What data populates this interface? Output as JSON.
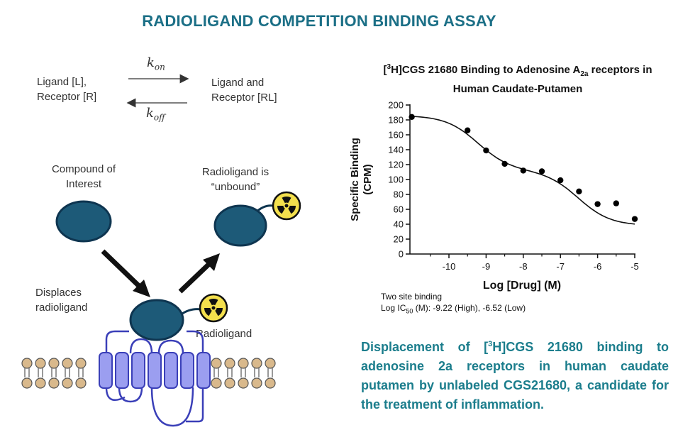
{
  "title": "RADIOLIGAND COMPETITION BINDING ASSAY",
  "equation": {
    "left_line1": "Ligand [L],",
    "left_line2": "Receptor [R]",
    "right_line1": "Ligand and",
    "right_line2": "Receptor [RL]",
    "kon_base": "k",
    "kon_sub": "on",
    "koff_base": "k",
    "koff_sub": "off"
  },
  "diagram": {
    "compound_line1": "Compound of",
    "compound_line2": "Interest",
    "unbound_line1": "Radioligand is",
    "unbound_line2": "“unbound”",
    "displaces_line1": "Displaces",
    "displaces_line2": "radioligand",
    "radioligand": "Radioligand",
    "colors": {
      "ligand": "#1d5a78",
      "ligand_stroke": "#0e3550",
      "receptor": "#9b9ef0",
      "receptor_stroke": "#3a3fb8",
      "lipid": "#d9b98c",
      "radiation_yellow": "#f4e04d"
    },
    "icons": [
      "radiation-icon",
      "arrow-icon"
    ]
  },
  "chart_title_part1": "[",
  "chart_title_sup": "3",
  "chart_title_part2": "H]CGS 21680 Binding to Adenosine A",
  "chart_title_sub": "2a",
  "chart_title_part3": " receptors in",
  "chart_title_line2": "Human Caudate-Putamen",
  "fit_note": {
    "line1": "Two site binding",
    "line2_prefix": "Log IC",
    "line2_sub": "50",
    "line2_rest": " (M):  -9.22 (High), -6.52 (Low)"
  },
  "caption": {
    "part1": "Displacement of [",
    "sup": "3",
    "part2": "H]CGS 21680  binding to adenosine 2a receptors in human caudate putamen by unlabeled CGS21680, a candidate for the treatment of inflammation."
  },
  "chart_data": {
    "type": "scatter",
    "xlabel": "Log [Drug] (M)",
    "ylabel_line1": "Specific Binding",
    "ylabel_line2": "(CPM)",
    "xlim": [
      -11.05,
      -5
    ],
    "ylim": [
      0,
      200
    ],
    "xticks": [
      -10,
      -9,
      -8,
      -7,
      -6,
      -5
    ],
    "xtick_labels": [
      "-10",
      "-9",
      "-8",
      "-7",
      "-6",
      "-5"
    ],
    "yticks": [
      0,
      20,
      40,
      60,
      80,
      100,
      120,
      140,
      160,
      180,
      200
    ],
    "ytick_labels": [
      "0",
      "20",
      "40",
      "60",
      "80",
      "100",
      "120",
      "140",
      "160",
      "180",
      "200"
    ],
    "points": [
      {
        "x": -11,
        "y": 184
      },
      {
        "x": -9.5,
        "y": 166
      },
      {
        "x": -9,
        "y": 139
      },
      {
        "x": -8.5,
        "y": 121
      },
      {
        "x": -8,
        "y": 112
      },
      {
        "x": -7.5,
        "y": 111
      },
      {
        "x": -7,
        "y": 99
      },
      {
        "x": -6.5,
        "y": 84
      },
      {
        "x": -6,
        "y": 67
      },
      {
        "x": -5.5,
        "y": 68
      },
      {
        "x": -5,
        "y": 47
      }
    ],
    "fit": {
      "model": "two-site",
      "logIC50_high": -9.22,
      "logIC50_low": -6.52,
      "top": 186,
      "bottom": 38,
      "fraction_high": 0.5
    },
    "grid": false,
    "color": "#000000"
  }
}
